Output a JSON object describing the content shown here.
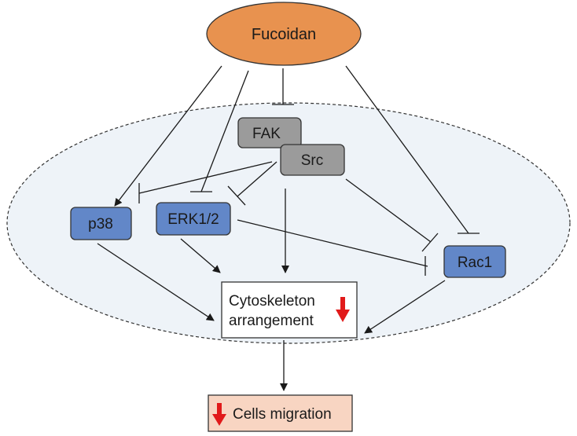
{
  "nodes": {
    "fucoidan": "Fucoidan",
    "fak": "FAK",
    "src": "Src",
    "p38": "p38",
    "erk": "ERK1/2",
    "rac1": "Rac1",
    "cytoskeleton_line1": "Cytoskeleton",
    "cytoskeleton_line2": "arrangement",
    "migration": "Cells migration"
  },
  "colors": {
    "fucoidan_fill": "#e8924f",
    "fak_src_fill": "#9b9b9b",
    "kinase_fill": "#6287c8",
    "cell_fill": "#eef3f8",
    "migration_fill": "#f8d5c2",
    "decrease_arrow": "#e11a1a"
  },
  "icons": {
    "decrease": "down-arrow-icon"
  }
}
